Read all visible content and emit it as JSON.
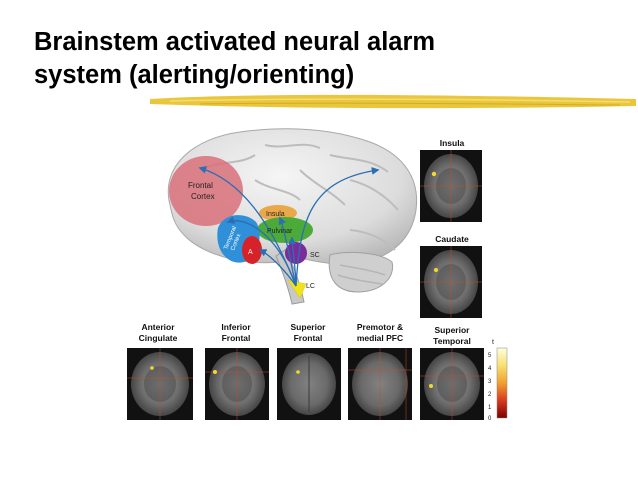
{
  "slide": {
    "title_line1": "Brainstem activated neural alarm",
    "title_line2": "system (alerting/orienting)"
  },
  "brain_labels": {
    "frontal_line1": "Frontal",
    "frontal_line2": "Cortex",
    "insula": "Insula",
    "pulvinar": "Pulvinar",
    "temporal_line1": "Temporal",
    "temporal_line2": "Cortex",
    "a": "A",
    "sc": "SC",
    "lc": "LC"
  },
  "scans": {
    "right": [
      {
        "label_line1": "Insula",
        "label_line2": ""
      },
      {
        "label_line1": "Caudate",
        "label_line2": ""
      }
    ],
    "bottom": [
      {
        "label_line1": "Anterior",
        "label_line2": "Cingulate"
      },
      {
        "label_line1": "Inferior",
        "label_line2": "Frontal"
      },
      {
        "label_line1": "Superior",
        "label_line2": "Frontal"
      },
      {
        "label_line1": "Premotor &",
        "label_line2": "medial PFC"
      },
      {
        "label_line1": "Superior",
        "label_line2": "Temporal"
      }
    ]
  },
  "colorbar": {
    "title": "t",
    "ticks": [
      "5",
      "4",
      "3",
      "2",
      "1",
      "0"
    ]
  },
  "colors": {
    "underline": "#e8c330",
    "frontal": "#d9707a",
    "insula": "#e9a94a",
    "pulvinar": "#4caa3a",
    "temporal": "#2f8fd8",
    "a_region": "#d8222a",
    "sc": "#7b2c9a",
    "lc": "#f2e21a",
    "arrow": "#2a6fb3"
  }
}
